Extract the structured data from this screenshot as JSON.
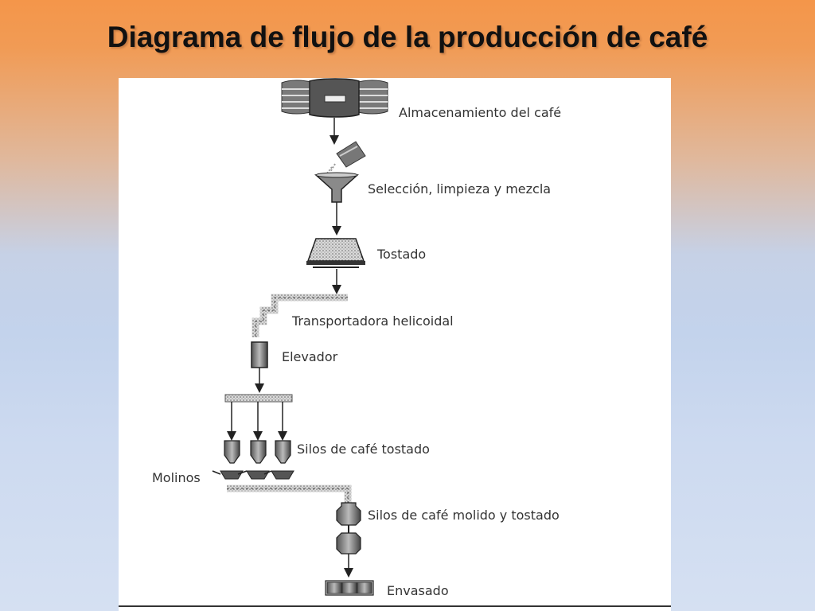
{
  "title": "Diagrama de flujo de la producción de café",
  "steps": {
    "almacenamiento": "Almacenamiento del café",
    "seleccion": "Selección, limpieza y mezcla",
    "tostado": "Tostado",
    "transportadora": "Transportadora helicoidal",
    "elevador": "Elevador",
    "silos_tostado": "Silos de café tostado",
    "molinos": "Molinos",
    "silos_molido": "Silos de café molido y tostado",
    "envasado": "Envasado"
  }
}
